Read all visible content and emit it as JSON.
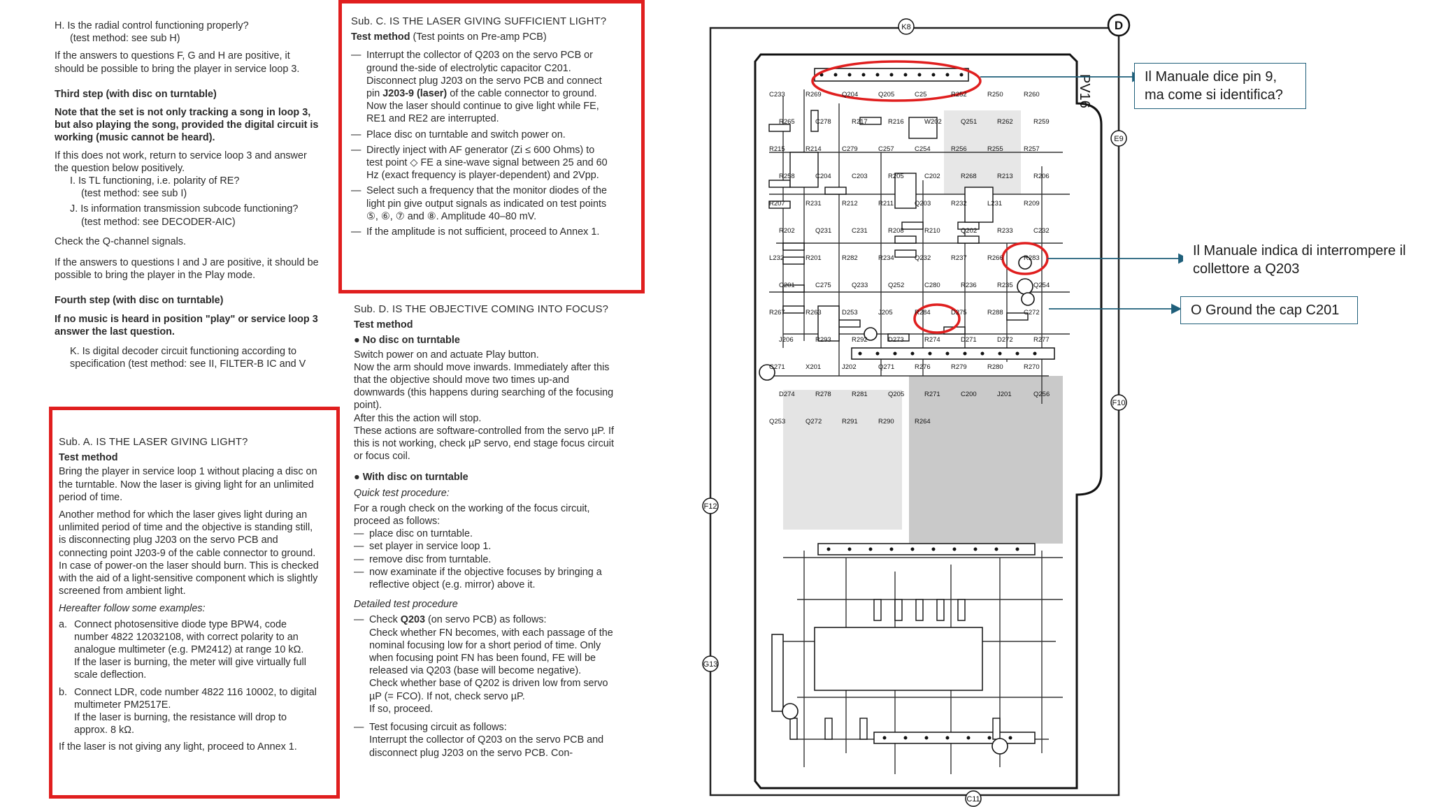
{
  "left": {
    "h_title": "H. Is the radial control functioning properly?",
    "h_method": "(test method: see sub H)",
    "h_answers": "If the answers to questions F, G and H are positive, it should be possible to bring the player in service loop 3.",
    "third_title": "Third step (with disc on turntable)",
    "third_note": "Note that the set is not only tracking a song in loop 3, but also playing the song, provided the digital circuit is working (music cannot be heard).",
    "third_if": "If this does not work, return to service loop 3 and answer the question below positively.",
    "i_title": "I. Is TL functioning, i.e. polarity of RE?",
    "i_method": "(test method: see sub I)",
    "j_title": "J. Is information transmission subcode functioning?",
    "j_method": "(test method: see DECODER-AIC)",
    "check_q": "Check the Q-channel signals.",
    "ij_answers": "If the answers to questions I and J are positive, it should be possible to bring the player in the Play mode.",
    "fourth_title": "Fourth step (with disc on turntable)",
    "fourth_note": "If no music is heard in position \"play\" or service loop 3 answer the last question.",
    "k_title": "K. Is digital decoder circuit functioning according to specification (test method: see II, FILTER-B IC and V KILL CIRCUIT)"
  },
  "subA": {
    "title": "Sub. A. IS THE LASER GIVING LIGHT?",
    "method": "Test method",
    "p1": "Bring the player in service loop 1 without placing a disc on the turntable. Now the laser is giving light for an unlimited period of time.",
    "p2": "Another method for which the laser gives light during an unlimited period of time and the objective is standing still, is disconnecting plug J203 on the servo PCB and connecting point J203-9 of the cable connector to ground.",
    "p3": "In case of power-on the laser should burn. This is checked with the aid of a light-sensitive component which is slightly screened from ambient light.",
    "examples": "Hereafter follow some examples:",
    "a_mk": "a.",
    "a_text": "Connect photosensitive diode type BPW4, code number 4822 12032108, with correct polarity to an analogue multimeter (e.g. PM2412) at range 10 kΩ.",
    "a_text2": "If the laser is burning, the meter will give virtually full scale deflection.",
    "b_mk": "b.",
    "b_text": "Connect LDR, code number 4822 116 10002, to digital multimeter PM2517E.",
    "b_text2": "If the laser is burning, the resistance will drop to approx. 8 kΩ.",
    "annex": "If the laser is not giving any light, proceed to Annex 1."
  },
  "subC": {
    "title": "Sub. C. IS THE LASER GIVING SUFFICIENT LIGHT?",
    "method_b": "Test method",
    "method_r": " (Test points on Pre-amp PCB)",
    "d1a": "Interrupt the collector of Q203 on the servo PCB or ground the-side of electrolytic capacitor C201. Disconnect plug J203 on the servo PCB and connect pin ",
    "d1b": "J203-9 (laser)",
    "d1c": " of the cable connector to ground.",
    "d1d": "Now the laser should continue to give light while FE, RE1 and RE2 are interrupted.",
    "d2": "Place disc on turntable and switch power on.",
    "d3": "Directly inject with AF generator (Zi ≤ 600 Ohms) to test point ◇ FE a sine-wave signal between 25 and 60 Hz (exact frequency is player-dependent) and 2Vpp.",
    "d4": "Select such a frequency that the monitor diodes of the light pin give output signals as indicated on test points ⑤, ⑥, ⑦ and ⑧. Amplitude 40–80 mV.",
    "d5": "If the amplitude is not sufficient, proceed to Annex 1.",
    "dash": "—"
  },
  "subD": {
    "title": "Sub. D. IS THE OBJECTIVE COMING INTO FOCUS?",
    "method": "Test method",
    "nodisc": "No disc on turntable",
    "p1": "Switch power on and actuate Play button.",
    "p2": "Now the arm should move inwards. Immediately after this that the objective should move two times up-and downwards (this happens during searching of the focusing point).",
    "p3": "After this the action will stop.",
    "p4": "These actions are software-controlled from the servo µP. If this is not working, check µP servo, end stage focus circuit or focus coil.",
    "withdisc": "With disc on turntable",
    "quick": "Quick test procedure:",
    "quick_p": "For a rough check on the working of the focus circuit, proceed as follows:",
    "q1": "place disc on turntable.",
    "q2": "set player in service loop 1.",
    "q3": "remove disc from turntable.",
    "q4": "now examinate if the objective focuses by bringing a reflective object (e.g. mirror) above it.",
    "detailed": "Detailed test procedure",
    "c1a": "Check ",
    "c1b": "Q203",
    "c1c": " (on servo PCB) as follows:",
    "c1d": "Check whether FN becomes, with each passage of the nominal focusing low for a short period of time. Only when focusing point FN has been found, FE will be released via Q203 (base will become negative).",
    "c1e": "Check whether base of Q202 is driven low from servo µP (= FCO). If not, check servo µP.",
    "c1f": "If so, proceed.",
    "t1": "Test focusing circuit as follows:",
    "t2": "Interrupt the collector of Q203 on the servo PCB and disconnect plug J203 on the servo PCB. Con-",
    "dash": "—"
  },
  "callouts": {
    "c1": "Il Manuale dice pin 9, ma come si identifica?",
    "c2": "Il Manuale indica di interrompere il collettore a Q203",
    "c3": "O Ground the cap C201"
  },
  "schematic": {
    "board_label": "PV16",
    "corner_label": "D",
    "test_points": [
      "K8",
      "E9",
      "F10",
      "F12",
      "G13",
      "C11"
    ],
    "parts": [
      "C233",
      "R269",
      "Q204",
      "Q205",
      "C25",
      "R252",
      "R250",
      "R260",
      "R265",
      "C278",
      "R217",
      "R216",
      "W202",
      "Q251",
      "R262",
      "R259",
      "R215",
      "R214",
      "C279",
      "C257",
      "C254",
      "R256",
      "R255",
      "R257",
      "R258",
      "C204",
      "C203",
      "R205",
      "C202",
      "R268",
      "R213",
      "R206",
      "R207",
      "R231",
      "R212",
      "R211",
      "Q203",
      "R232",
      "L231",
      "R209",
      "R202",
      "Q231",
      "C231",
      "R208",
      "R210",
      "Q202",
      "R233",
      "C232",
      "L232",
      "R201",
      "R282",
      "R234",
      "Q232",
      "R237",
      "R266",
      "R283",
      "C201",
      "C275",
      "Q233",
      "Q252",
      "C280",
      "R236",
      "R235",
      "Q254",
      "R267",
      "R263",
      "D253",
      "J205",
      "R284",
      "D275",
      "R288",
      "C272",
      "J206",
      "R293",
      "R292",
      "D273",
      "R274",
      "D271",
      "D272",
      "R277",
      "C271",
      "X201",
      "J202",
      "Q271",
      "R276",
      "R279",
      "R280",
      "R270",
      "D274",
      "R278",
      "R281",
      "Q205",
      "R271",
      "C200",
      "J201",
      "Q256",
      "Q253",
      "Q272",
      "R291",
      "R290",
      "R264"
    ]
  }
}
